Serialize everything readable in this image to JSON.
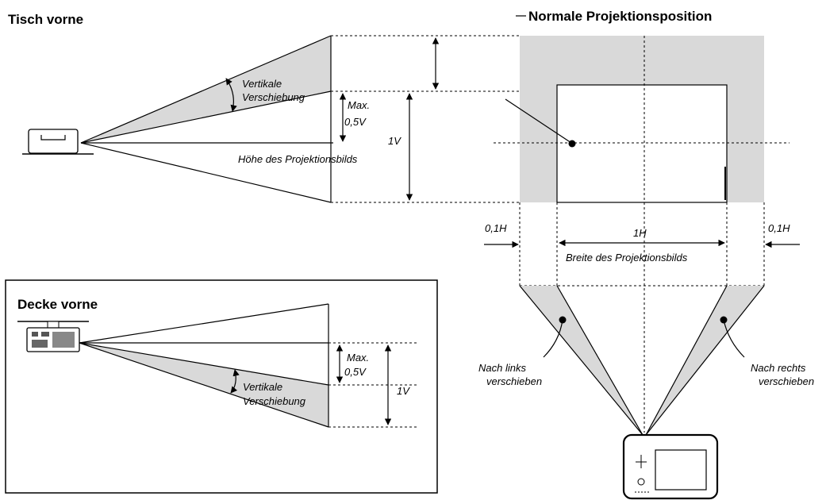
{
  "table_front": {
    "title": "Tisch vorne",
    "vertical_shift_line1": "Vertikale",
    "vertical_shift_line2": "Verschiebung",
    "max_line1": "Max.",
    "max_line2": "0,5V",
    "v_label": "1V",
    "image_height": "Höhe des Projektionsbilds"
  },
  "normal_position": {
    "title": "Normale Projektionsposition",
    "h_margin_left": "0,1H",
    "h_margin_right": "0,1H",
    "h_label": "1H",
    "image_width": "Breite des Projektionsbilds",
    "left_shift_line1": "Nach links",
    "left_shift_line2": "verschieben",
    "right_shift_line1": "Nach rechts",
    "right_shift_line2": "verschieben"
  },
  "ceiling_front": {
    "title": "Decke vorne",
    "max_line1": "Max.",
    "max_line2": "0,5V",
    "vertical_shift_line1": "Vertikale",
    "vertical_shift_line2": "Verschiebung",
    "v_label": "1V"
  },
  "colors": {
    "shade": "#d9d9d9",
    "line": "#000000"
  }
}
